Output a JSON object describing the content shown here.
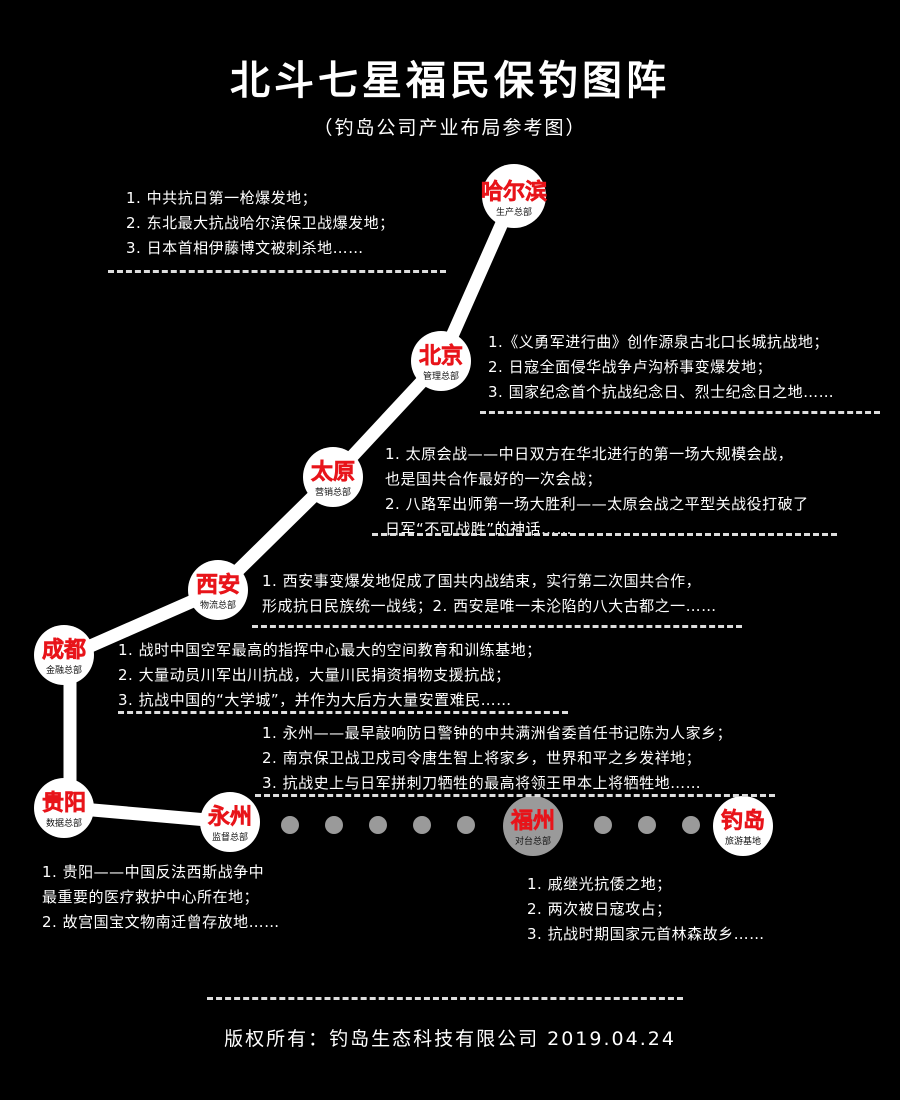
{
  "title": "北斗七星福民保钓图阵",
  "subtitle": "（钓岛公司产业布局参考图）",
  "nodes": {
    "harbin": {
      "name": "哈尔滨",
      "sub": "生产总部"
    },
    "beijing": {
      "name": "北京",
      "sub": "管理总部"
    },
    "taiyuan": {
      "name": "太原",
      "sub": "营销总部"
    },
    "xian": {
      "name": "西安",
      "sub": "物流总部"
    },
    "chengdu": {
      "name": "成都",
      "sub": "金融总部"
    },
    "guiyang": {
      "name": "贵阳",
      "sub": "数据总部"
    },
    "yongzhou": {
      "name": "永州",
      "sub": "监督总部"
    },
    "fuzhou": {
      "name": "福州",
      "sub": "对台总部"
    },
    "diaodao": {
      "name": "钓岛",
      "sub": "旅游基地"
    }
  },
  "descriptions": {
    "harbin": [
      "1. 中共抗日第一枪爆发地；",
      "2. 东北最大抗战哈尔滨保卫战爆发地；",
      "3. 日本首相伊藤博文被刺杀地……"
    ],
    "beijing": [
      "1.《义勇军进行曲》创作源泉古北口长城抗战地；",
      "2. 日寇全面侵华战争卢沟桥事变爆发地；",
      "3. 国家纪念首个抗战纪念日、烈士纪念日之地……"
    ],
    "taiyuan": [
      "1. 太原会战——中日双方在华北进行的第一场大规模会战，",
      "   也是国共合作最好的一次会战；",
      "2. 八路军出师第一场大胜利——太原会战之平型关战役打破了",
      "   日军“不可战胜”的神话……"
    ],
    "xian": [
      "1. 西安事变爆发地促成了国共内战结束，实行第二次国共合作，",
      "形成抗日民族统一战线；2. 西安是唯一未沦陷的八大古都之一……"
    ],
    "chengdu": [
      "1. 战时中国空军最高的指挥中心最大的空间教育和训练基地；",
      "2. 大量动员川军出川抗战，大量川民捐资捐物支援抗战；",
      "3. 抗战中国的“大学城”，并作为大后方大量安置难民……"
    ],
    "yongzhou": [
      "1. 永州——最早敲响防日警钟的中共满洲省委首任书记陈为人家乡；",
      "2. 南京保卫战卫戍司令唐生智上将家乡，世界和平之乡发祥地；",
      "3. 抗战史上与日军拼刺刀牺牲的最高将领王甲本上将牺牲地……"
    ],
    "guiyang": [
      "1. 贵阳——中国反法西斯战争中",
      "最重要的医疗救护中心所在地；",
      "2. 故宫国宝文物南迁曾存放地……"
    ],
    "fuzhou": [
      "1. 戚继光抗倭之地；",
      "2. 两次被日寇攻占；",
      "3. 抗战时期国家元首林森故乡……"
    ]
  },
  "footer": "版权所有：钓岛生态科技有限公司   2019.04.24",
  "colors": {
    "background": "#000000",
    "route": "#ffffff",
    "node_label": "#e8141a",
    "dot_gray": "#9a9a9a"
  }
}
